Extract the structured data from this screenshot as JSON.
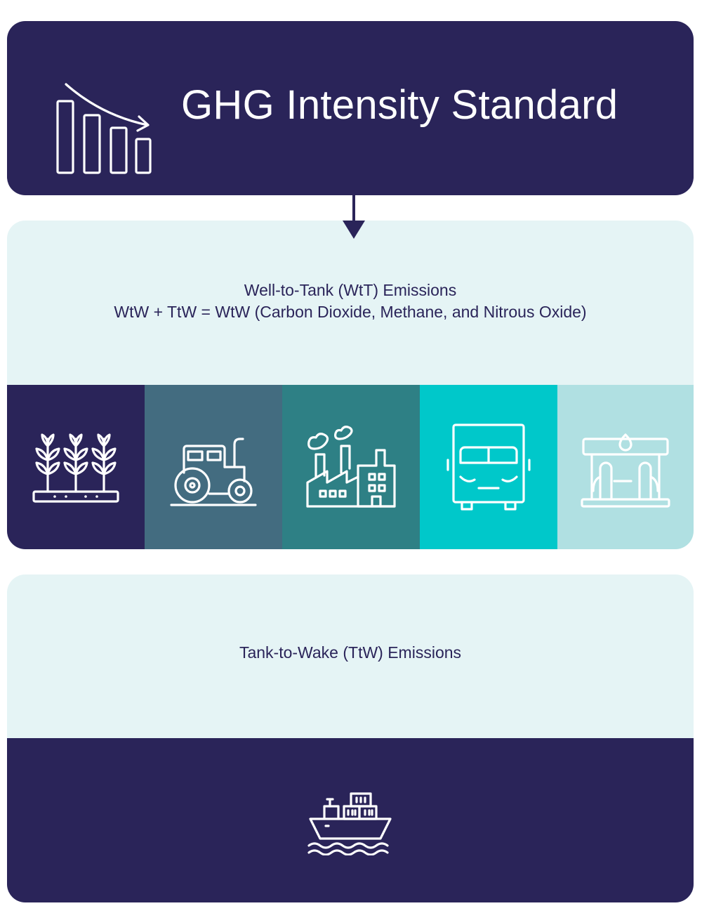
{
  "header": {
    "title": "GHG Intensity Standard",
    "icon": "declining-bar-chart-icon",
    "background": "#2a2459"
  },
  "well_to_tank": {
    "line1": "Well-to-Tank (WtT) Emissions",
    "line2": "WtW + TtW = WtW (Carbon Dioxide, Methane, and Nitrous Oxide)",
    "background": "#e5f4f5",
    "tiles": [
      {
        "icon": "crops-icon",
        "color": "#2a2459"
      },
      {
        "icon": "tractor-icon",
        "color": "#436c80"
      },
      {
        "icon": "factory-icon",
        "color": "#2e8085"
      },
      {
        "icon": "truck-icon",
        "color": "#00c8ca"
      },
      {
        "icon": "fuel-station-icon",
        "color": "#b0e0e2"
      }
    ]
  },
  "tank_to_wake": {
    "label": "Tank-to-Wake (TtW) Emissions",
    "background": "#e5f4f5",
    "icon": "cargo-ship-icon",
    "band_color": "#2a2459"
  }
}
